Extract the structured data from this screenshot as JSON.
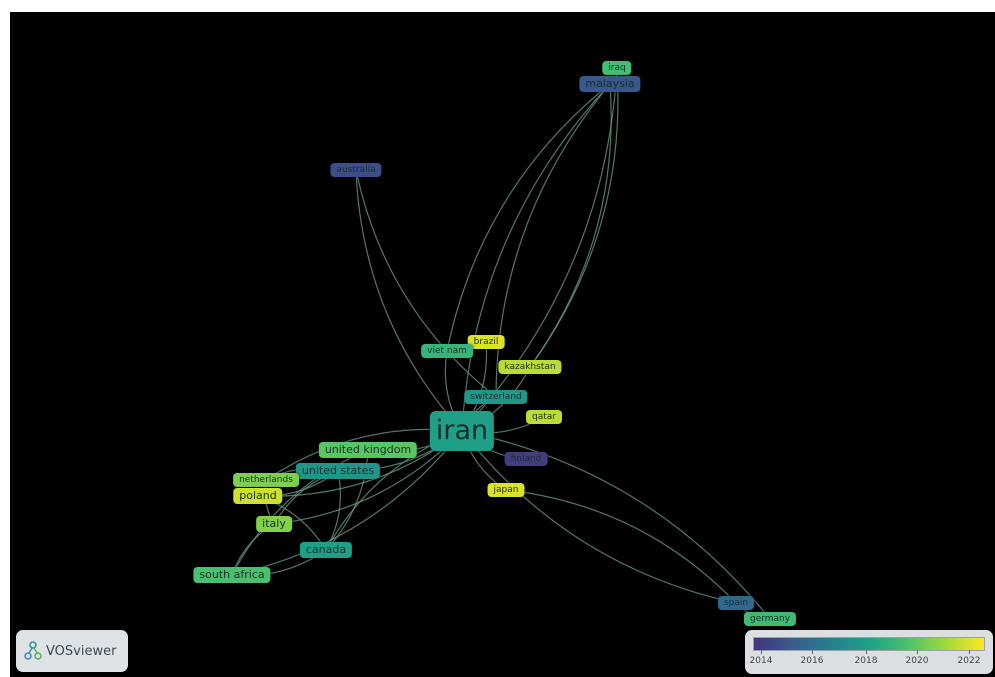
{
  "app": {
    "name": "VOSviewer"
  },
  "legend": {
    "scale_start": 2014,
    "scale_end": 2022,
    "ticks": [
      "2014",
      "2016",
      "2018",
      "2020",
      "2022"
    ]
  },
  "nodes": [
    {
      "id": "iraq",
      "label": "iraq",
      "year": 2019.2
    },
    {
      "id": "malaysia",
      "label": "malaysia",
      "year": 2015.2
    },
    {
      "id": "australia",
      "label": "australia",
      "year": 2014.9
    },
    {
      "id": "brazil",
      "label": "brazil",
      "year": 2021.5
    },
    {
      "id": "viet-nam",
      "label": "viet nam",
      "year": 2018.8
    },
    {
      "id": "kazakhstan",
      "label": "kazakhstan",
      "year": 2021.0
    },
    {
      "id": "switzerland",
      "label": "switzerland",
      "year": 2017.6
    },
    {
      "id": "qatar",
      "label": "qatar",
      "year": 2021.0
    },
    {
      "id": "iran",
      "label": "iran",
      "year": 2017.9
    },
    {
      "id": "united-kingdom",
      "label": "united kingdom",
      "year": 2019.6
    },
    {
      "id": "finland",
      "label": "finland",
      "year": 2014.3
    },
    {
      "id": "united-states",
      "label": "united states",
      "year": 2017.5
    },
    {
      "id": "netherlands",
      "label": "netherlands",
      "year": 2020.1
    },
    {
      "id": "poland",
      "label": "poland",
      "year": 2021.3
    },
    {
      "id": "japan",
      "label": "japan",
      "year": 2021.5
    },
    {
      "id": "italy",
      "label": "italy",
      "year": 2020.2
    },
    {
      "id": "canada",
      "label": "canada",
      "year": 2017.9
    },
    {
      "id": "south-africa",
      "label": "south africa",
      "year": 2019.3
    },
    {
      "id": "spain",
      "label": "spain",
      "year": 2015.8
    },
    {
      "id": "germany",
      "label": "germany",
      "year": 2019.0
    }
  ],
  "links": [
    [
      "iran",
      "malaysia"
    ],
    [
      "iran",
      "iraq"
    ],
    [
      "iran",
      "australia"
    ],
    [
      "iran",
      "brazil"
    ],
    [
      "iran",
      "viet-nam"
    ],
    [
      "iran",
      "kazakhstan"
    ],
    [
      "iran",
      "switzerland"
    ],
    [
      "iran",
      "qatar"
    ],
    [
      "iran",
      "united-kingdom"
    ],
    [
      "iran",
      "finland"
    ],
    [
      "iran",
      "united-states"
    ],
    [
      "iran",
      "netherlands"
    ],
    [
      "iran",
      "poland"
    ],
    [
      "iran",
      "japan"
    ],
    [
      "iran",
      "italy"
    ],
    [
      "iran",
      "canada"
    ],
    [
      "iran",
      "south-africa"
    ],
    [
      "iran",
      "spain"
    ],
    [
      "iran",
      "germany"
    ],
    [
      "malaysia",
      "viet-nam"
    ],
    [
      "malaysia",
      "kazakhstan"
    ],
    [
      "malaysia",
      "switzerland"
    ],
    [
      "iraq",
      "kazakhstan"
    ],
    [
      "australia",
      "switzerland"
    ],
    [
      "united-states",
      "canada"
    ],
    [
      "united-states",
      "italy"
    ],
    [
      "united-states",
      "poland"
    ],
    [
      "united-states",
      "netherlands"
    ],
    [
      "united-kingdom",
      "canada"
    ],
    [
      "united-kingdom",
      "south-africa"
    ],
    [
      "canada",
      "south-africa"
    ],
    [
      "italy",
      "south-africa"
    ],
    [
      "poland",
      "canada"
    ],
    [
      "netherlands",
      "italy"
    ],
    [
      "japan",
      "spain"
    ],
    [
      "spain",
      "germany"
    ]
  ],
  "colors": {
    "background": "#000000",
    "edge": "#6fa08a"
  }
}
